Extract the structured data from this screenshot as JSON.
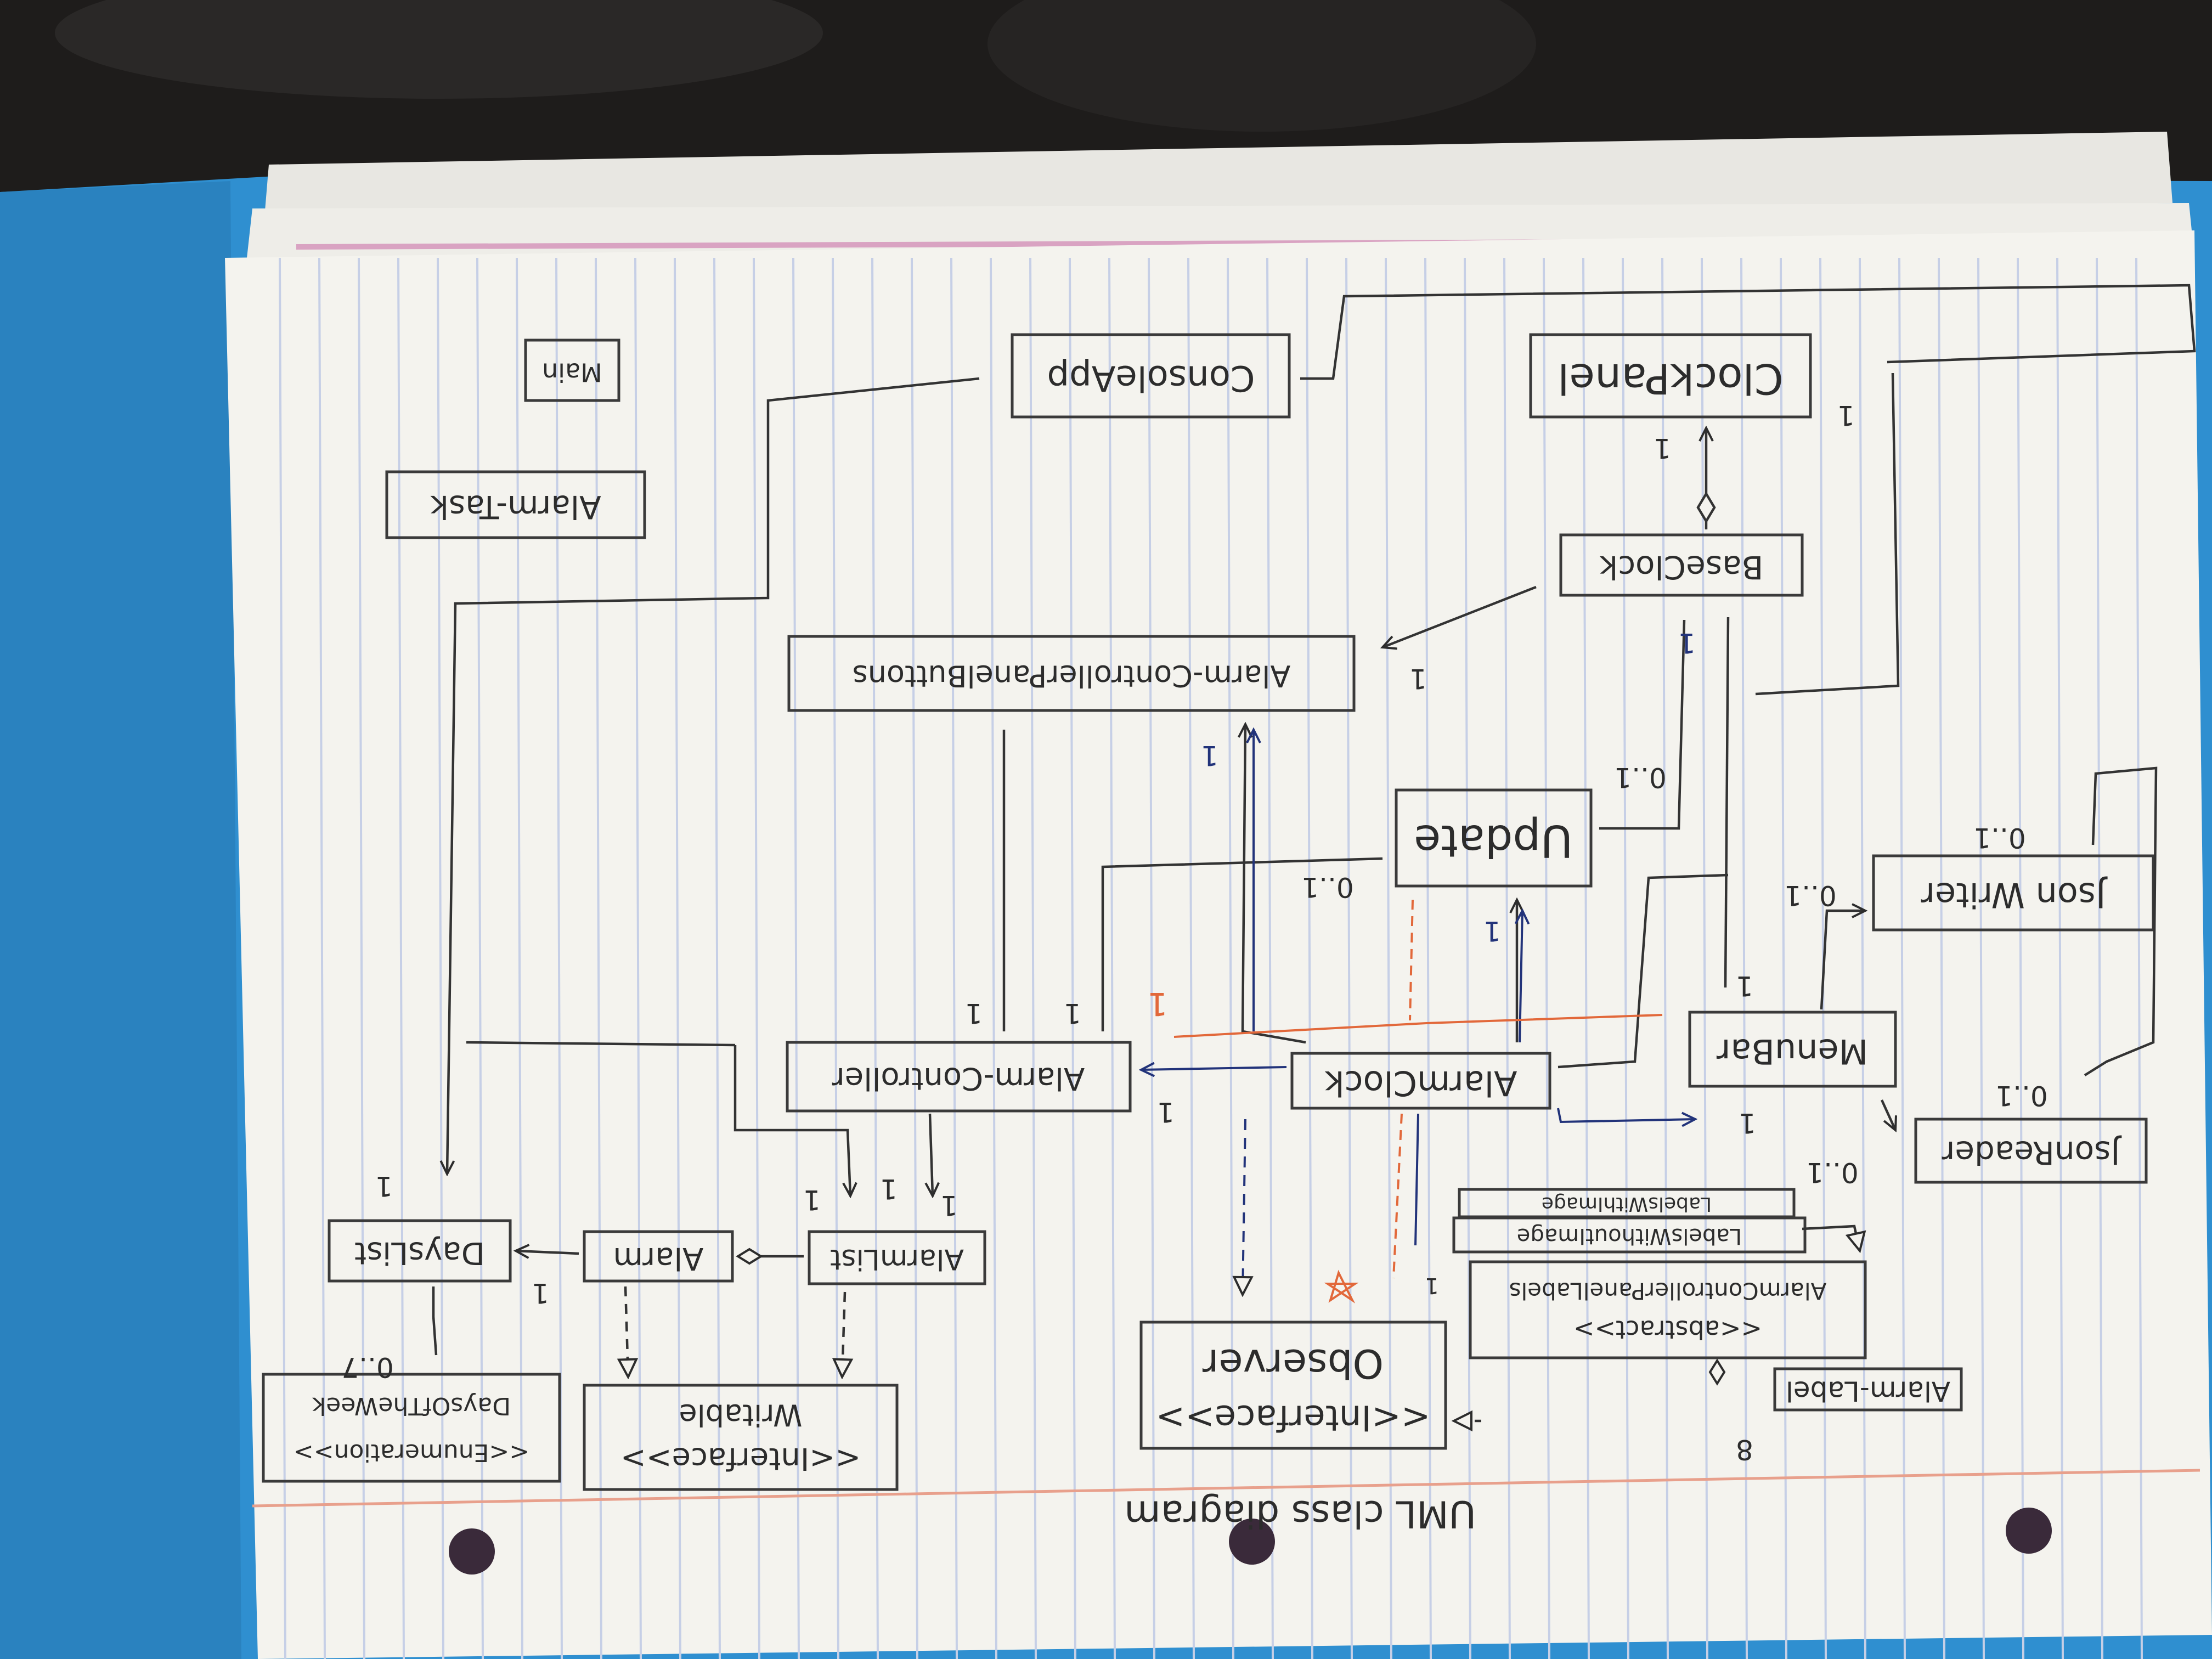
{
  "diagram": {
    "title": "UML class diagram",
    "classes": {
      "console_app": "ConsoleApp",
      "clock_panel": "ClockPanel",
      "main": "Main",
      "alarm_task": "Alarm-Task",
      "base_clock": "BaseClock",
      "alarm_control_panel_buttons": "Alarm-ControllerPanelButtons",
      "update": "Update",
      "json_writer": "Json Writer",
      "menu_bar": "MenuBar",
      "alarm_controller": "Alarm-Controller",
      "alarm_clock": "AlarmClock",
      "json_reader": "JsonReader",
      "labels_without_image": "LabelsWithoutImage",
      "labels_with_image": "LabelsWithImage",
      "alarm_control_panel_labels": "AlarmControllerPanelLabels",
      "alarm_control_panel_labels_stereotype": "<<abstract>>",
      "alarm_label": "Alarm-Label",
      "observer": "Observer",
      "observer_stereotype": "<<Interface>>",
      "writable": "Writable",
      "writable_stereotype": "<<Interface>>",
      "alarm_list": "AlarmList",
      "alarm": "Alarm",
      "days_list": "DaysList",
      "days_of_the_week": "DaysOfTheWeek",
      "days_of_the_week_stereotype": "<<Enumeration>>"
    },
    "multiplicities": {
      "clockpanel_base": "1",
      "clockpanel_side": "1",
      "base_down": "1",
      "alarm_buttons": "1",
      "buttons_down": "1",
      "update_right": "0..1",
      "update_left": "0..1",
      "update_down": "1",
      "json_writer_top": "0..1",
      "json_writer_left": "0..1",
      "menubar_up": "1",
      "alarm_ctrl_a": "1",
      "alarm_ctrl_b": "1",
      "alarm_ctrl_orange": "1",
      "alarm_clock_left": "1",
      "menubar_bottom": "1",
      "json_reader_top": "0..1",
      "json_reader_left": "0..1",
      "alarmlist_a": "1",
      "alarmlist_b": "1",
      "alarmlist_c": "1",
      "dayslist_left": "1",
      "days_top": "1",
      "alarm_label_num": "8",
      "enum_mult": "0..7",
      "labels_mult": "1"
    },
    "colors": {
      "paper": "#f4f3ee",
      "ink": "#2c2c2c",
      "blue_ink": "#22337a",
      "orange_ink": "#e2683a",
      "rule_line": "#c9d3ea",
      "margin_line": "#e8a08c",
      "folder": "#2f8fd0"
    }
  }
}
